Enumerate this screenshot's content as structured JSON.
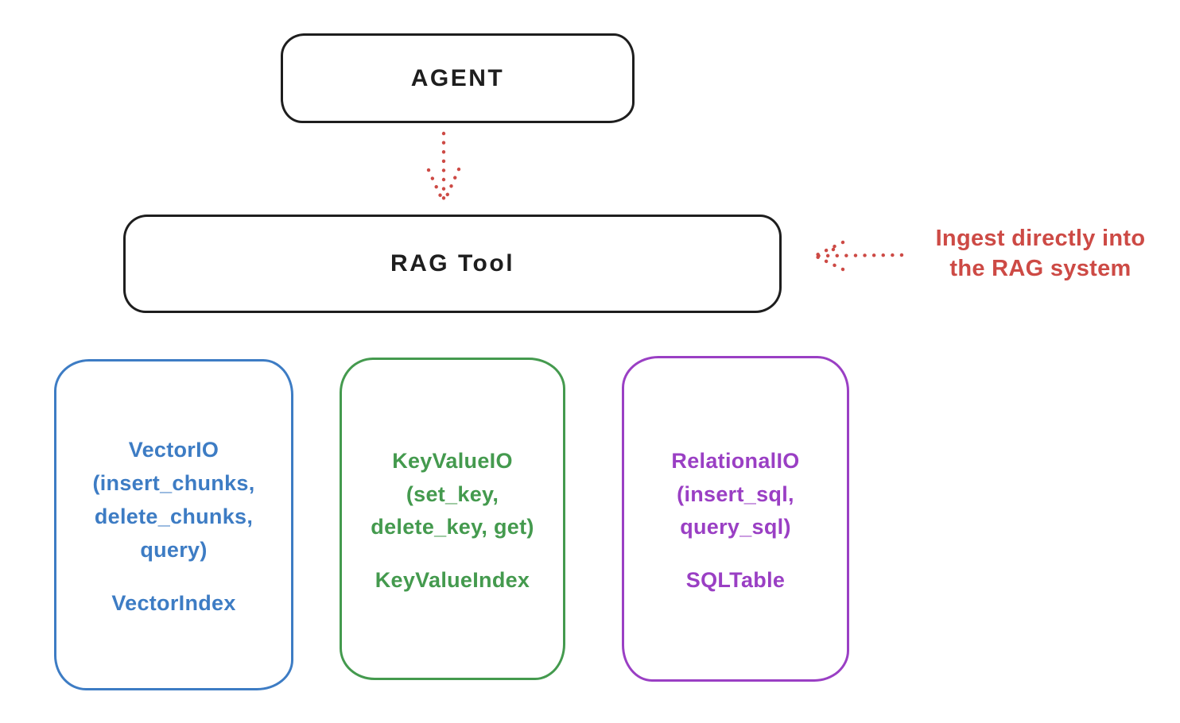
{
  "diagram": {
    "background_color": "#ffffff",
    "stroke_color": "#1e1e1e",
    "accent_red": "#cd4a45",
    "agent": {
      "label": "AGENT"
    },
    "rag_tool": {
      "label": "RAG Tool"
    },
    "annotation": {
      "text": "Ingest directly into\nthe RAG system"
    },
    "arrows": [
      {
        "name": "agent-to-rag-tool",
        "style": "dotted",
        "direction": "down",
        "color": "#cd4a45"
      },
      {
        "name": "ingest-into-rag",
        "style": "dotted",
        "direction": "left",
        "color": "#cd4a45"
      }
    ],
    "backends": [
      {
        "id": "vector",
        "color": "#3d7cc4",
        "methods": "VectorIO\n(insert_chunks,\ndelete_chunks,\nquery)",
        "index": "VectorIndex"
      },
      {
        "id": "keyvalue",
        "color": "#449a4e",
        "methods": "KeyValueIO\n(set_key,\ndelete_key, get)",
        "index": "KeyValueIndex"
      },
      {
        "id": "relational",
        "color": "#9a3fc4",
        "methods": "RelationalIO\n(insert_sql,\nquery_sql)",
        "index": "SQLTable"
      }
    ]
  }
}
